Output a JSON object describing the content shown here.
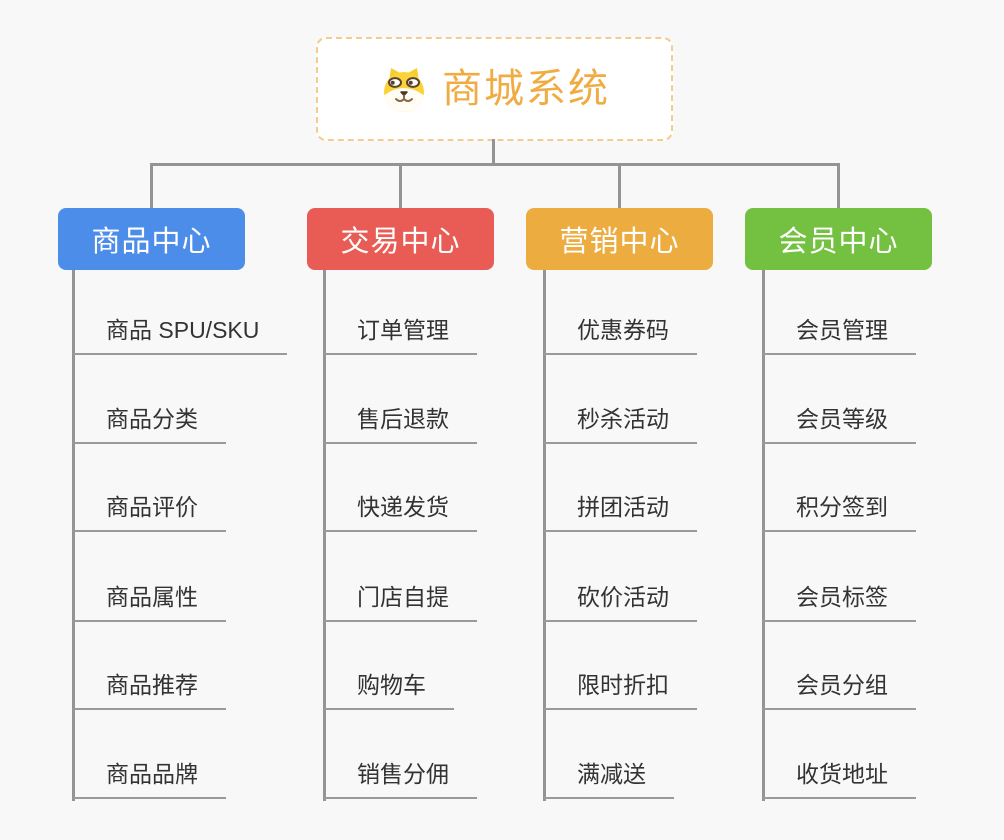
{
  "canvas": {
    "background": "#f8f8f8",
    "connector_color": "#949494"
  },
  "root": {
    "title": "商城系统",
    "icon": "dog-face-icon",
    "text_color": "#f0ac43",
    "border_color": "#f3cd8f",
    "background": "#ffffff"
  },
  "branches": [
    {
      "label": "商品中心",
      "color": "#4d8dea",
      "items": [
        "商品 SPU/SKU",
        "商品分类",
        "商品评价",
        "商品属性",
        "商品推荐",
        "商品品牌"
      ]
    },
    {
      "label": "交易中心",
      "color": "#e95c55",
      "items": [
        "订单管理",
        "售后退款",
        "快递发货",
        "门店自提",
        "购物车",
        "销售分佣"
      ]
    },
    {
      "label": "营销中心",
      "color": "#edac40",
      "items": [
        "优惠券码",
        "秒杀活动",
        "拼团活动",
        "砍价活动",
        "限时折扣",
        "满减送"
      ]
    },
    {
      "label": "会员中心",
      "color": "#74c041",
      "items": [
        "会员管理",
        "会员等级",
        "积分签到",
        "会员标签",
        "会员分组",
        "收货地址"
      ]
    }
  ]
}
